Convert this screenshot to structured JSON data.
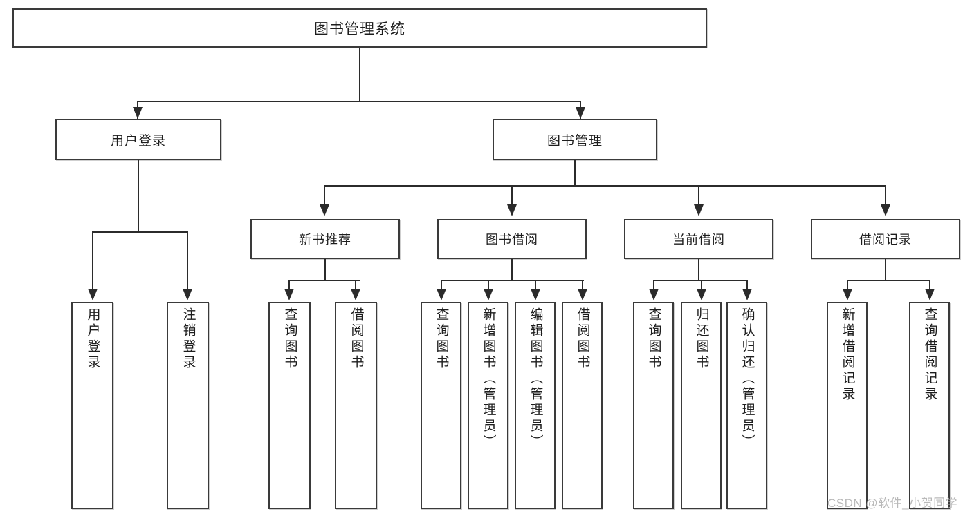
{
  "diagram": {
    "type": "tree-hierarchy",
    "title": "图书管理系统",
    "orientation": "top-down",
    "colors": {
      "box_border": "#3a3a3a",
      "connector": "#2b2b2b",
      "background": "#ffffff",
      "text": "#1d1d1d",
      "watermark": "#b9b9b9"
    }
  },
  "root": {
    "label": "图书管理系统"
  },
  "level1": [
    {
      "label": "用户登录"
    },
    {
      "label": "图书管理"
    }
  ],
  "level2": [
    {
      "label": "新书推荐"
    },
    {
      "label": "图书借阅"
    },
    {
      "label": "当前借阅"
    },
    {
      "label": "借阅记录"
    }
  ],
  "leaves": {
    "user_login": [
      {
        "label": "用户登录"
      },
      {
        "label": "注销登录"
      }
    ],
    "new_book_recommend": [
      {
        "label": "查询图书"
      },
      {
        "label": "借阅图书"
      }
    ],
    "book_borrow": [
      {
        "label": "查询图书"
      },
      {
        "label": "新增图书（管理员）"
      },
      {
        "label": "编辑图书（管理员）"
      },
      {
        "label": "借阅图书"
      }
    ],
    "current_borrow": [
      {
        "label": "查询图书"
      },
      {
        "label": "归还图书"
      },
      {
        "label": "确认归还（管理员）"
      }
    ],
    "borrow_record": [
      {
        "label": "新增借阅记录"
      },
      {
        "label": "查询借阅记录"
      }
    ]
  },
  "watermark": {
    "text": "CSDN @软件_小贺同学"
  }
}
